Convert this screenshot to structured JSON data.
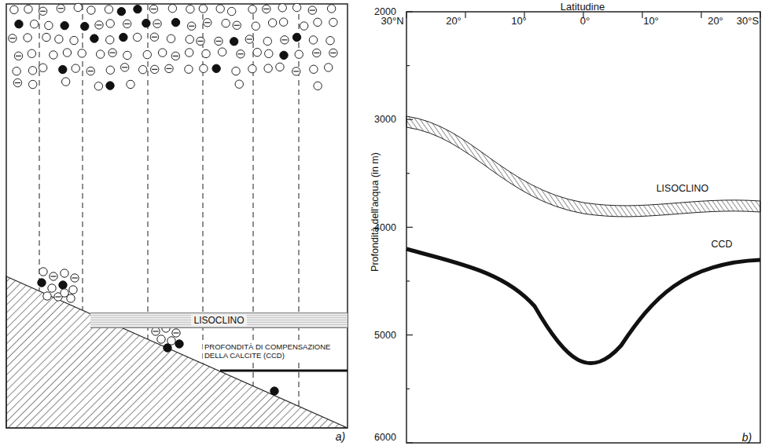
{
  "diagram": {
    "nodes": [
      {
        "text": [
          "LISOCLINO"
        ]
      }
    ],
    "labels": [
      "a)",
      "PROFONDITÀ DI COMPENSAZIONE DELLA CALCITE (CCD)",
      "Latitudine",
      "30°N",
      "20°",
      "10°",
      "0°",
      "10°",
      "20°",
      "30°S",
      "Profondità dell'acqua (in m)",
      "2000",
      "3000",
      "4000",
      "5000",
      "6000",
      "LISOCLINO",
      "CCD",
      "b)"
    ]
  }
}
